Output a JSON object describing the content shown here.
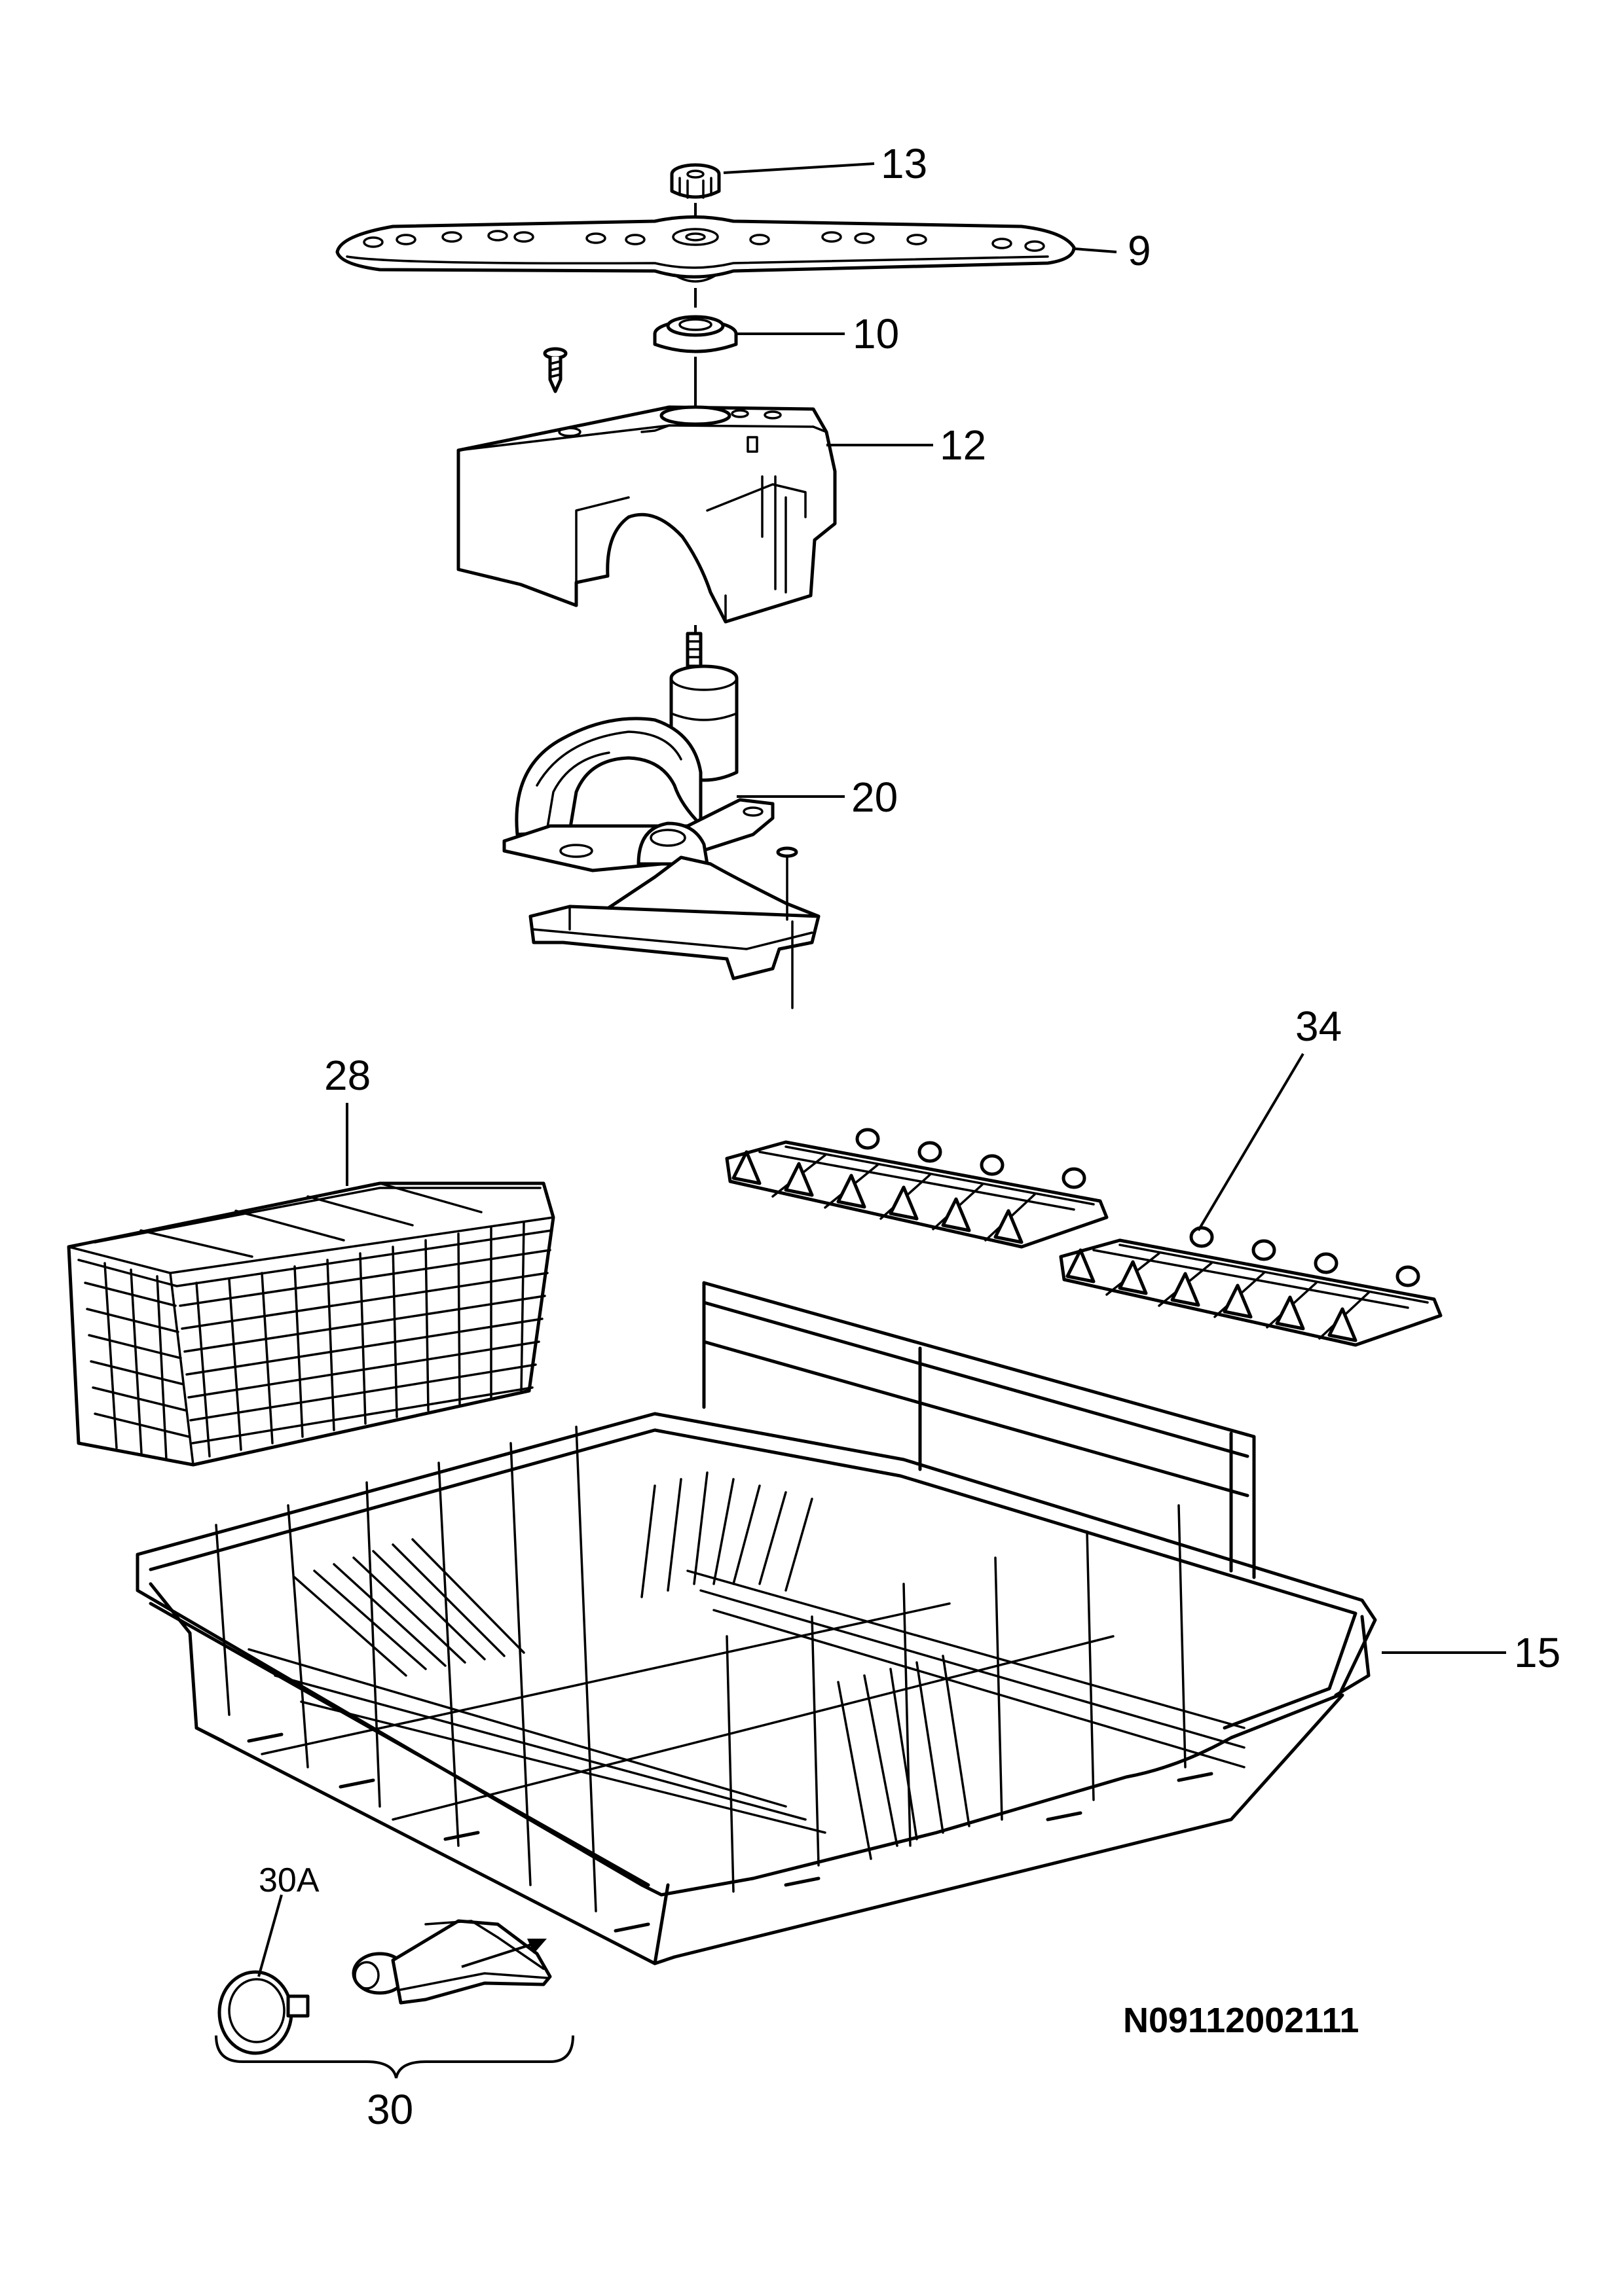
{
  "diagram": {
    "callouts": [
      "13",
      "9",
      "10",
      "12",
      "20",
      "34",
      "28",
      "15",
      "30A",
      "30"
    ],
    "drawing_code": "N09112002111"
  }
}
